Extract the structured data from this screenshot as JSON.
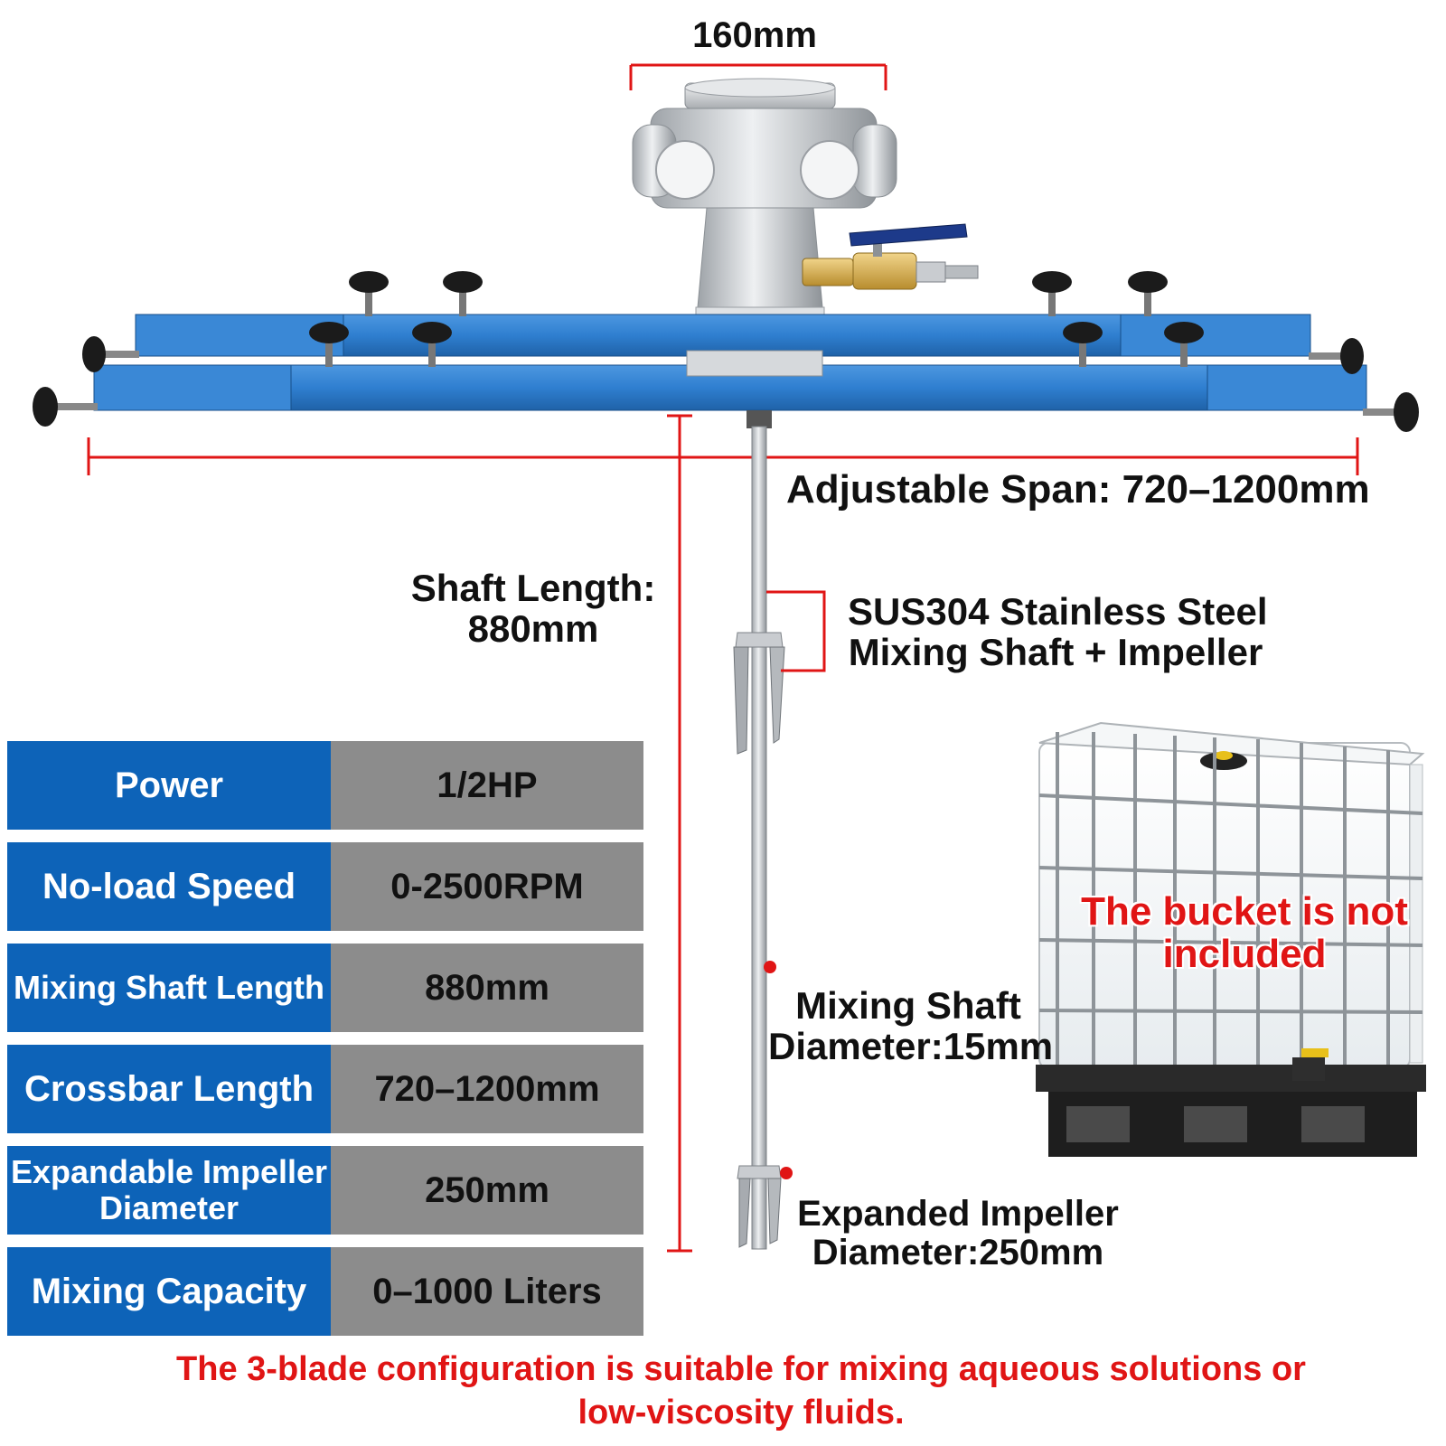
{
  "dimensions": {
    "top_width": "160mm",
    "span": "Adjustable Span: 720–1200mm",
    "shaft_length": [
      "Shaft Length:",
      "880mm"
    ]
  },
  "callouts": {
    "material": [
      "SUS304 Stainless Steel",
      "Mixing Shaft + Impeller"
    ],
    "shaft_diameter": [
      "Mixing Shaft",
      "Diameter:15mm"
    ],
    "impeller_diameter": [
      "Expanded Impeller",
      "Diameter:250mm"
    ]
  },
  "bucket_note": [
    "The bucket is not",
    "included"
  ],
  "specs": [
    {
      "label": "Power",
      "value": "1/2HP"
    },
    {
      "label": "No-load Speed",
      "value": "0-2500RPM"
    },
    {
      "label": "Mixing Shaft Length",
      "value": "880mm"
    },
    {
      "label": "Crossbar Length",
      "value": "720–1200mm"
    },
    {
      "label": "Expandable Impeller Diameter",
      "value": "250mm"
    },
    {
      "label": "Mixing Capacity",
      "value": "0–1000 Liters"
    }
  ],
  "bottom_note": [
    "The 3-blade configuration is suitable for mixing aqueous solutions or",
    "low-viscosity fluids."
  ],
  "colors": {
    "accent_red": "#e01515",
    "bar_blue": "#2f7fd0",
    "table_blue": "#0d63b8",
    "table_gray": "#8c8c8c"
  }
}
